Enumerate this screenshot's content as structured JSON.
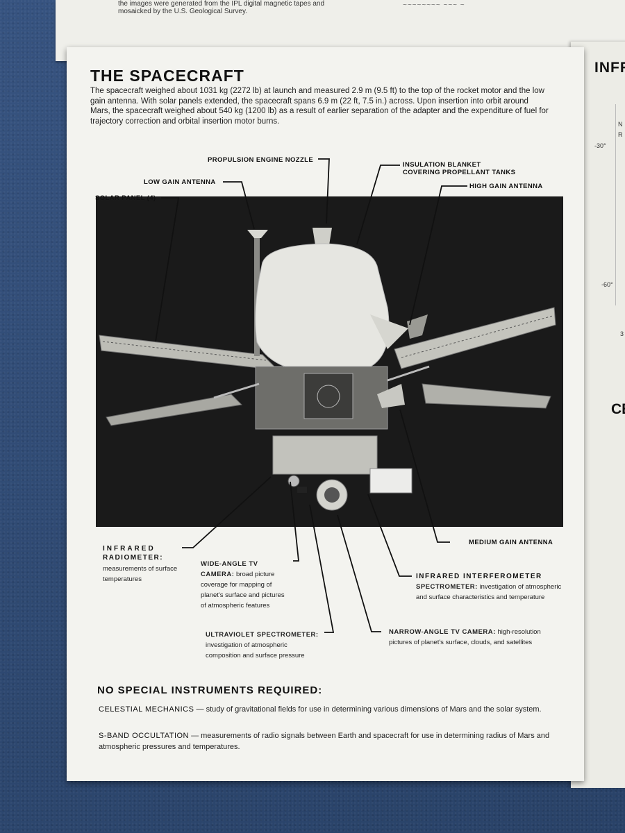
{
  "top_sheet": {
    "caption": "the images were generated from the IPL digital magnetic tapes and mosaicked by the U.S. Geological Survey."
  },
  "right_sheet": {
    "heading_partial": "INFR",
    "heading2_partial": "CE",
    "tick_labels": [
      "N",
      "R",
      "-30°",
      "-60°",
      "3"
    ]
  },
  "main": {
    "title": "THE SPACECRAFT",
    "intro": "The spacecraft weighed about 1031 kg (2272 lb) at launch and measured 2.9 m (9.5 ft) to the top of the rocket motor and the low gain antenna. With solar panels extended, the spacecraft spans 6.9 m (22 ft, 7.5 in.) across. Upon insertion into orbit around Mars, the spacecraft weighed about 540 kg (1200 lb) as a result of earlier separation of the adapter and the expenditure of fuel for trajectory correction and orbital insertion motor burns.",
    "labels": {
      "propulsion": "PROPULSION ENGINE NOZZLE",
      "insulation_1": "INSULATION BLANKET",
      "insulation_2": "COVERING PROPELLANT TANKS",
      "low_gain": "LOW GAIN ANTENNA",
      "high_gain": "HIGH GAIN ANTENNA",
      "solar_panel": "SOLAR PANEL (4)",
      "medium_gain": "MEDIUM GAIN ANTENNA"
    },
    "instruments": {
      "ir_radiometer": {
        "name_1": "INFRARED",
        "name_2": "RADIOMETER:",
        "desc": "measurements of surface temperatures"
      },
      "wide_angle": {
        "name": "WIDE-ANGLE TV CAMERA:",
        "desc": "broad picture coverage for mapping of planet's surface and pictures of atmospheric features"
      },
      "ir_interferometer": {
        "name_1": "INFRARED INTERFEROMETER",
        "name_2": "SPECTROMETER:",
        "desc": "investigation of atmospheric and surface characteristics and temperature"
      },
      "uv_spectrometer": {
        "name": "ULTRAVIOLET SPECTROMETER:",
        "desc": "investigation of atmospheric composition and surface pressure"
      },
      "narrow_angle": {
        "name": "NARROW-ANGLE TV CAMERA:",
        "desc": "high-resolution pictures of planet's surface, clouds, and satellites"
      }
    },
    "no_special": {
      "heading": "NO SPECIAL INSTRUMENTS REQUIRED:",
      "celestial_label": "CELESTIAL MECHANICS",
      "celestial_text": "— study of gravitational fields for use in determining various dimensions of Mars and the solar system.",
      "sband_label": "S-BAND OCCULTATION",
      "sband_text": "— measurements of radio signals between Earth and spacecraft for use in determining radius of Mars and atmospheric pressures and temperatures."
    }
  }
}
